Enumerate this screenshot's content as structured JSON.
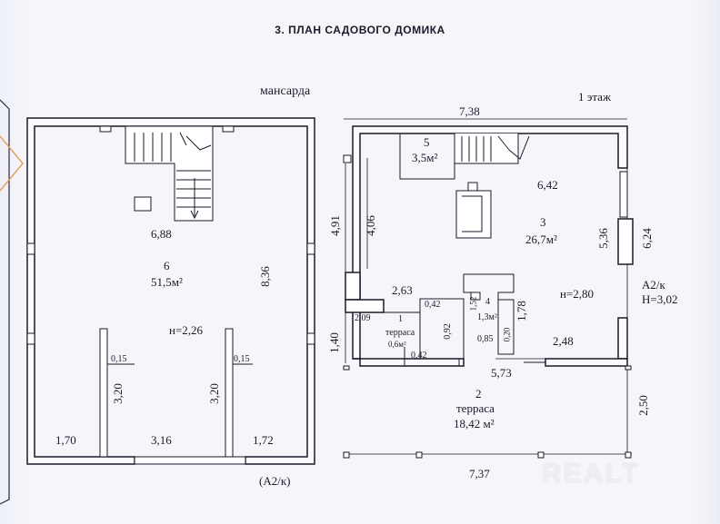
{
  "title": "3. ПЛАН САДОВОГО ДОМИКА",
  "attic": {
    "label": "мансарда",
    "room_number": "6",
    "room_area": "51,5м²",
    "height": "н=2,26",
    "dim_inner_width": "6,88",
    "dim_height_right": "8,36",
    "dim_post_left": "3,20",
    "dim_post_right": "3,20",
    "dim_post_thick_left": "0,15",
    "dim_post_thick_right": "0,15",
    "dim_bottom_left": "1,70",
    "dim_bottom_mid": "3,16",
    "dim_bottom_right": "1,72",
    "code": "(А2/к)"
  },
  "ground": {
    "label": "1 этаж",
    "dim_top": "7,38",
    "dim_bottom": "7,37",
    "dim_left_outer": "4,91",
    "dim_left_inner": "4,06",
    "dim_left_low": "1,40",
    "dim_right_upper": "5,36",
    "dim_right_outer": "6,24",
    "dim_right_terrace": "2,50",
    "room5_number": "5",
    "room5_area": "3,5м²",
    "room3_number": "3",
    "room3_area": "26,7м²",
    "room3_width": "6,42",
    "height": "н=2,80",
    "dim_263": "2,63",
    "dim_209": "2,09",
    "dim_042a": "0,42",
    "dim_042b": "0,42",
    "dim_092": "0,92",
    "dim_152": "1,52",
    "dim_085": "0,85",
    "dim_020": "0,20",
    "dim_178": "1,78",
    "dim_248": "2,48",
    "dim_573": "5,73",
    "room4_number": "4",
    "room4_area": "1,3м²",
    "room1_number": "1",
    "room1_name": "терраса",
    "room1_area": "0,6м²",
    "room2_number": "2",
    "room2_name": "терраса",
    "room2_area": "18,42 м²",
    "code_a": "А2/к",
    "code_h": "Н=3,02"
  },
  "watermark": "REALT"
}
